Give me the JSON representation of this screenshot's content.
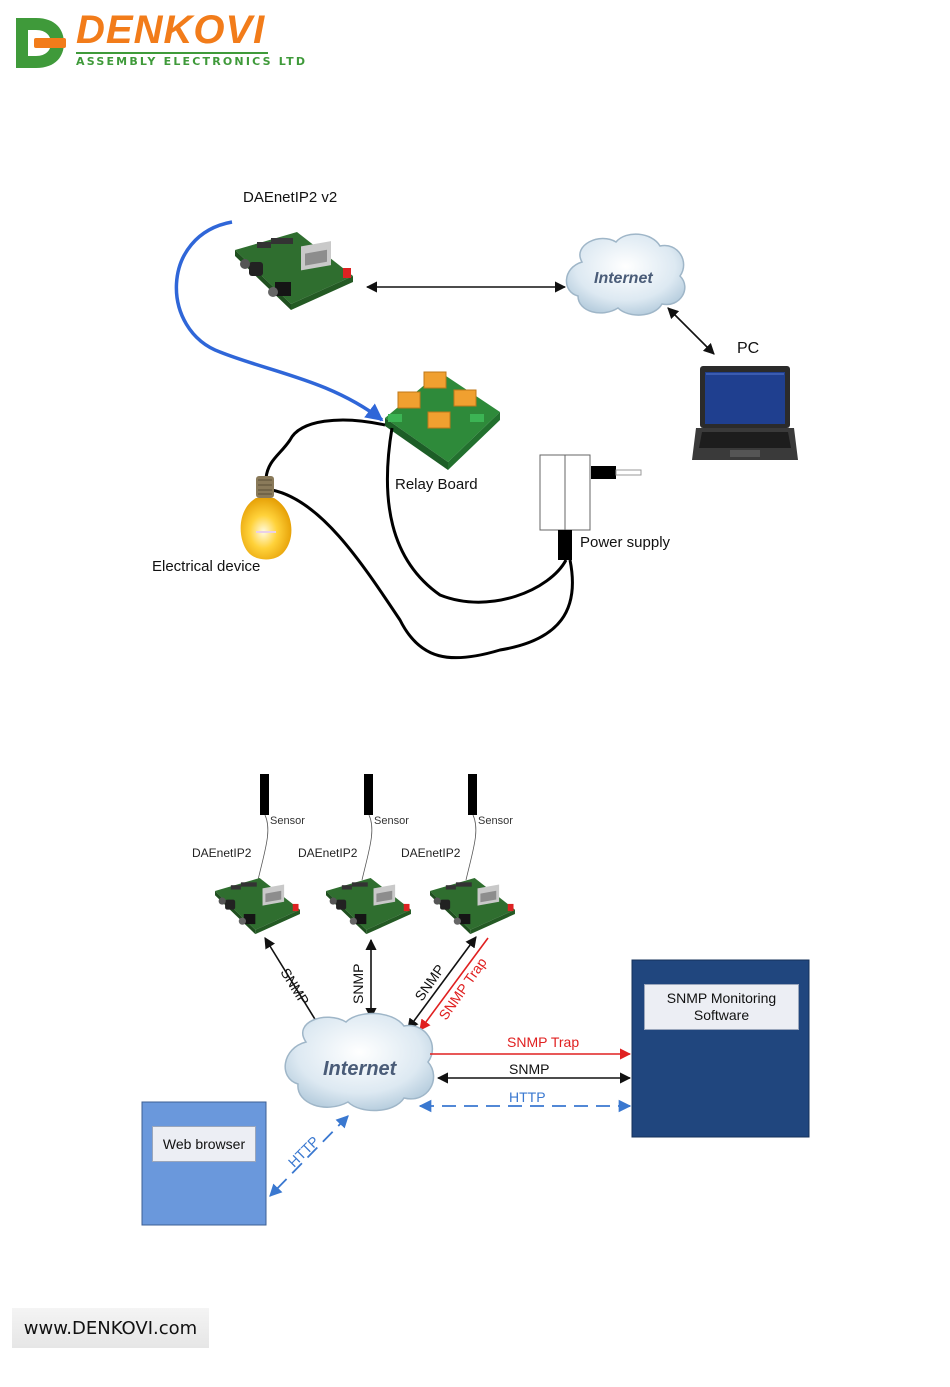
{
  "logo": {
    "brand": "DENKOVI",
    "tagline": "ASSEMBLY ELECTRONICS LTD",
    "colors": {
      "brand_orange": "#f27c1a",
      "brand_green": "#3f9a3a"
    }
  },
  "diagram1": {
    "device_label": "DAEnetIP2 v2",
    "cloud_label": "Internet",
    "pc_label": "PC",
    "relay_label": "Relay Board",
    "power_label": "Power supply",
    "electrical_label": "Electrical device",
    "colors": {
      "control_cable": "#2f66d8",
      "power_cable": "#000000"
    }
  },
  "diagram2": {
    "sensors": [
      {
        "label": "Sensor"
      },
      {
        "label": "Sensor"
      },
      {
        "label": "Sensor"
      }
    ],
    "devices": [
      {
        "label": "DAEnetIP2"
      },
      {
        "label": "DAEnetIP2"
      },
      {
        "label": "DAEnetIP2"
      }
    ],
    "links": {
      "device1": "SNMP",
      "device2": "SNMP",
      "device3": "SNMP",
      "device3_trap": "SNMP Trap"
    },
    "cloud_label": "Internet",
    "monitor_links": {
      "trap": "SNMP Trap",
      "snmp": "SNMP",
      "http": "HTTP"
    },
    "browser_link": "HTTP",
    "monitoring_box": "SNMP Monitoring Software",
    "browser_box": "Web browser",
    "colors": {
      "trap": "#e02020",
      "snmp": "#111111",
      "http": "#3a78d0",
      "monitor_bg": "#20467e",
      "browser_bg": "#6a98dc"
    }
  },
  "footer": {
    "url": "www.DENKOVI.com"
  }
}
